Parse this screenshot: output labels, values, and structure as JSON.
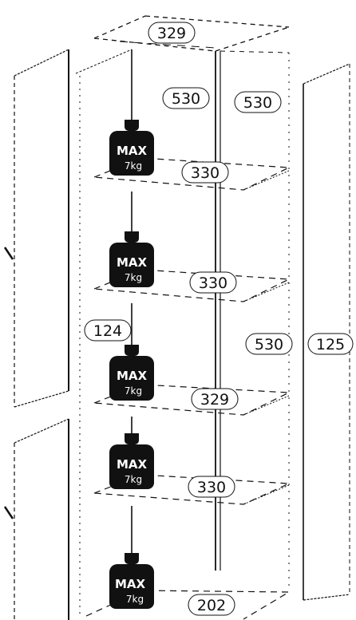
{
  "diagram": {
    "line_color": "#111111",
    "background": "#ffffff",
    "weight_color": "#111111",
    "weight_text_color": "#ffffff"
  },
  "dimensions": {
    "top_depth": "329",
    "height_upper_left": "530",
    "height_upper_right": "530",
    "shelf_1": "330",
    "shelf_2": "330",
    "side_gap": "124",
    "height_middle": "530",
    "total_height": "125",
    "shelf_3": "329",
    "shelf_4": "330",
    "bottom_depth": "202"
  },
  "weights": [
    {
      "max_label": "MAX",
      "kg_label": "7kg"
    },
    {
      "max_label": "MAX",
      "kg_label": "7kg"
    },
    {
      "max_label": "MAX",
      "kg_label": "7kg"
    },
    {
      "max_label": "MAX",
      "kg_label": "7kg"
    },
    {
      "max_label": "MAX",
      "kg_label": "7kg"
    }
  ]
}
